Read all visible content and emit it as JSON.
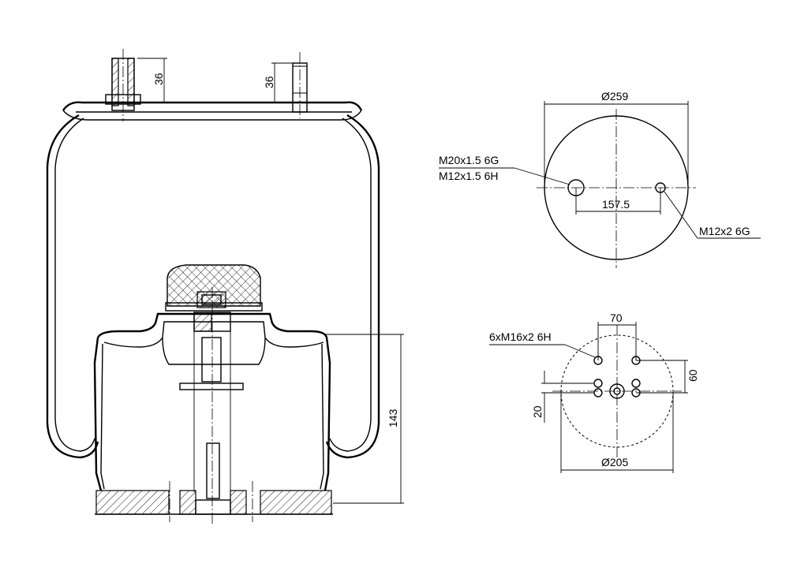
{
  "side_view": {
    "stud_height_left": "36",
    "stud_height_right": "36",
    "piston_height": "143"
  },
  "top_plate": {
    "diameter": "Ø259",
    "port_thread_line1": "M20x1.5 6G",
    "port_thread_line2": "M12x1.5 6H",
    "stud_spacing": "157.5",
    "stud_thread": "M12x2 6G"
  },
  "bottom_plate": {
    "hole_thread": "6xM16x2 6H",
    "hole_spacing_x": "70",
    "hole_spacing_y": "60",
    "offset": "20",
    "diameter": "Ø205"
  }
}
